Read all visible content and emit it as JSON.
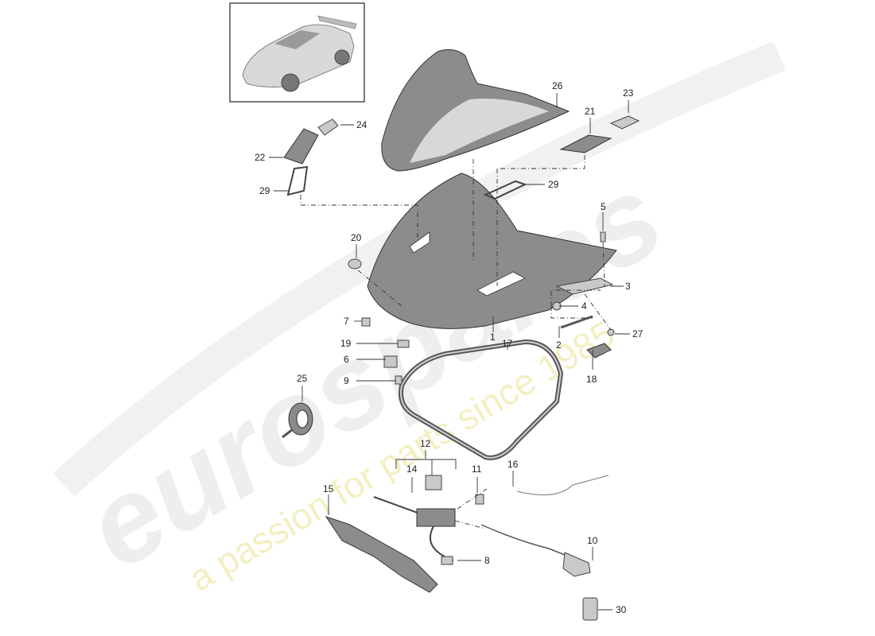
{
  "watermark": {
    "brand": "eurospares",
    "tagline": "a passion for parts since 1985"
  },
  "labels": {
    "p1": "1",
    "p2": "2",
    "p3": "3",
    "p4": "4",
    "p5": "5",
    "p6": "6",
    "p7": "7",
    "p8": "8",
    "p9": "9",
    "p10": "10",
    "p11": "11",
    "p12": "12",
    "p14": "14",
    "p15": "15",
    "p16": "16",
    "p17": "17",
    "p18": "18",
    "p19": "19",
    "p20": "20",
    "p21": "21",
    "p22": "22",
    "p23": "23",
    "p24": "24",
    "p25": "25",
    "p26": "26",
    "p27": "27",
    "p29a": "29",
    "p29b": "29",
    "p30": "30"
  }
}
